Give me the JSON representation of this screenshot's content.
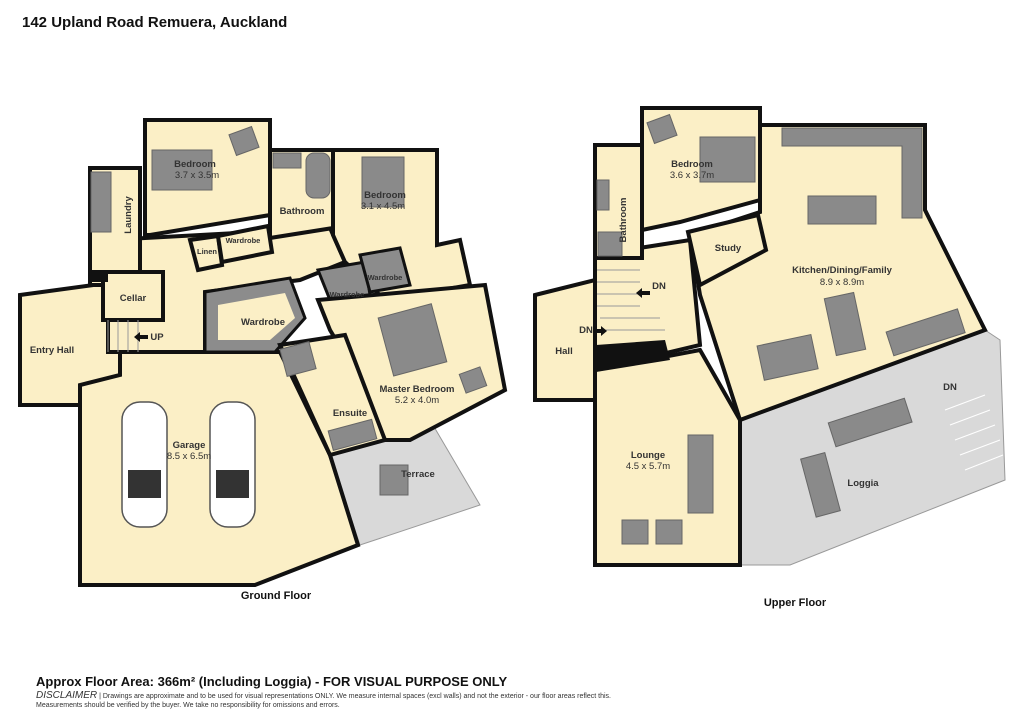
{
  "title": "142 Upland Road Remuera, Auckland",
  "ground_floor": {
    "label": "Ground Floor",
    "rooms": [
      {
        "name": "Bedroom",
        "size": "3.7 x 3.5m"
      },
      {
        "name": "Bedroom",
        "size": "3.1 x 4.5m"
      },
      {
        "name": "Bathroom"
      },
      {
        "name": "Laundry"
      },
      {
        "name": "Linen"
      },
      {
        "name": "Wardrobe"
      },
      {
        "name": "Cellar"
      },
      {
        "name": "Wardrobe"
      },
      {
        "name": "Wardrobe"
      },
      {
        "name": "Wardrobe"
      },
      {
        "name": "Entry Hall"
      },
      {
        "name": "Master Bedroom",
        "size": "5.2 x 4.0m"
      },
      {
        "name": "Ensuite"
      },
      {
        "name": "Garage",
        "size": "8.5 x 6.5m"
      },
      {
        "name": "Terrace"
      }
    ],
    "stair_label": "UP"
  },
  "upper_floor": {
    "label": "Upper  Floor",
    "rooms": [
      {
        "name": "Bedroom",
        "size": "3.6 x 3.7m"
      },
      {
        "name": "Bathroom"
      },
      {
        "name": "Study"
      },
      {
        "name": "Kitchen/Dining/Family",
        "size": "8.9 x 8.9m"
      },
      {
        "name": "Hall"
      },
      {
        "name": "Lounge",
        "size": "4.5 x 5.7m"
      },
      {
        "name": "Loggia"
      }
    ],
    "stair_labels": [
      "DN",
      "DN",
      "DN"
    ]
  },
  "footer": {
    "area": "Approx Floor Area: 366m² (Including Loggia) - FOR VISUAL PURPOSE ONLY",
    "disclaimer_heading": "DISCLAIMER",
    "disclaimer_text": "| Drawings are approximate and to be used for visual representations ONLY. We measure internal spaces (excl walls) and not the exterior - our floor areas reflect this.",
    "disclaimer_text2": "Measurements should be verified by the buyer. We take no responsibility for omissions and errors."
  },
  "colors": {
    "room": "#fbefc6",
    "wall": "#111111",
    "furniture": "#8a8a8a",
    "outdoor": "#d9d9d9"
  }
}
